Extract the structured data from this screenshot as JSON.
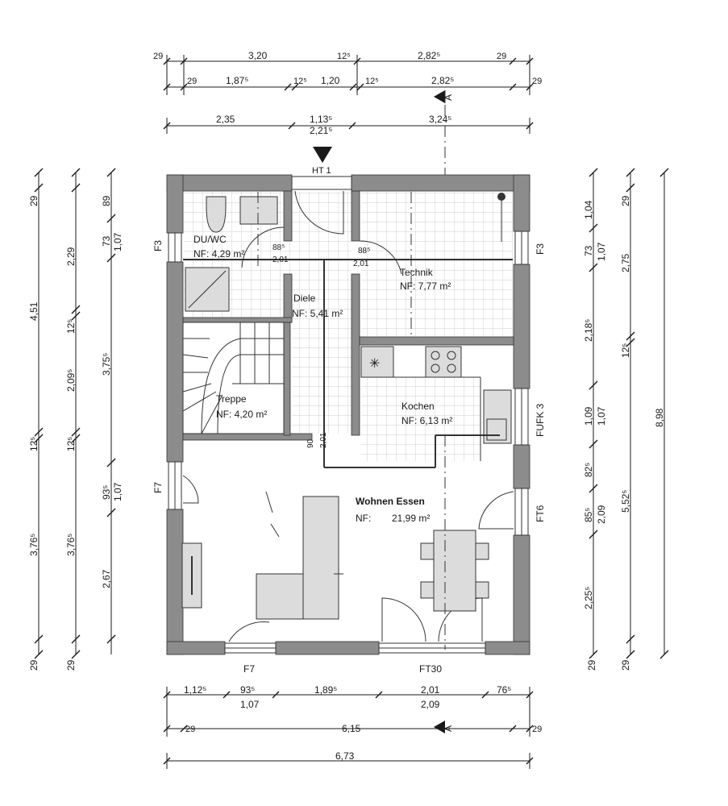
{
  "entrance_label": "HT 1",
  "section_marker": "A",
  "rooms": {
    "du_wc": {
      "name": "DU/WC",
      "area": "NF: 4,29 m²"
    },
    "diele": {
      "name": "Diele",
      "area": "NF: 5,41 m²"
    },
    "technik": {
      "name": "Technik",
      "area": "NF: 7,77 m²"
    },
    "treppe": {
      "name": "Treppe",
      "area": "NF: 4,20 m²"
    },
    "kochen": {
      "name": "Kochen",
      "area": "NF: 6,13 m²"
    },
    "wohnen": {
      "name": "Wohnen Essen",
      "area_prefix": "NF:",
      "area_value": "21,99 m²"
    }
  },
  "openings": {
    "f3_left": "F3",
    "f3_right": "F3",
    "fufk3": "FUFK 3",
    "f7_left": "F7",
    "ft6": "FT6",
    "f7_bottom": "F7",
    "ft30": "FT30"
  },
  "inner_dims": {
    "door1_top": "88⁵",
    "door1_bot": "2,01",
    "door2_top": "88⁵",
    "door2_bot": "2,01",
    "hall_w": "90",
    "hall_h": "2,01"
  },
  "top_dims": {
    "row1": [
      "29",
      "3,20",
      "12⁵",
      "2,82⁵",
      "29"
    ],
    "row2": [
      "29",
      "1,87⁵",
      "12⁵",
      "1,20",
      "12⁵",
      "2,82⁵",
      "29"
    ],
    "row3": [
      "2,35",
      "1,13⁵",
      "2,21⁵",
      "3,24⁵"
    ]
  },
  "bottom_dims": {
    "row1": [
      "1,12⁵",
      "93⁵",
      "1,07",
      "1,89⁵",
      "2,01",
      "2,09",
      "76⁵"
    ],
    "row2": [
      "29",
      "6,15",
      "29"
    ],
    "row3": [
      "6,73"
    ]
  },
  "left_dims": {
    "col1": [
      "29",
      "4,51",
      "12⁵",
      "3,76⁵",
      "29"
    ],
    "col2": [
      "2,29",
      "12⁵",
      "2,09⁵",
      "12⁵",
      "3,76⁵",
      "29"
    ],
    "col3": [
      "89",
      "73",
      "1,07",
      "3,75⁵",
      "93⁵",
      "1,07",
      "2,67"
    ]
  },
  "right_dims": {
    "col1": [
      "1,04",
      "73",
      "1,07",
      "2,18⁵",
      "1,09",
      "1,07",
      "82⁵",
      "85⁵",
      "2,09",
      "2,25⁵",
      "29"
    ],
    "col2": [
      "29",
      "2,75",
      "12⁵",
      "5,52⁵",
      "29"
    ],
    "col3": [
      "8,98"
    ]
  }
}
